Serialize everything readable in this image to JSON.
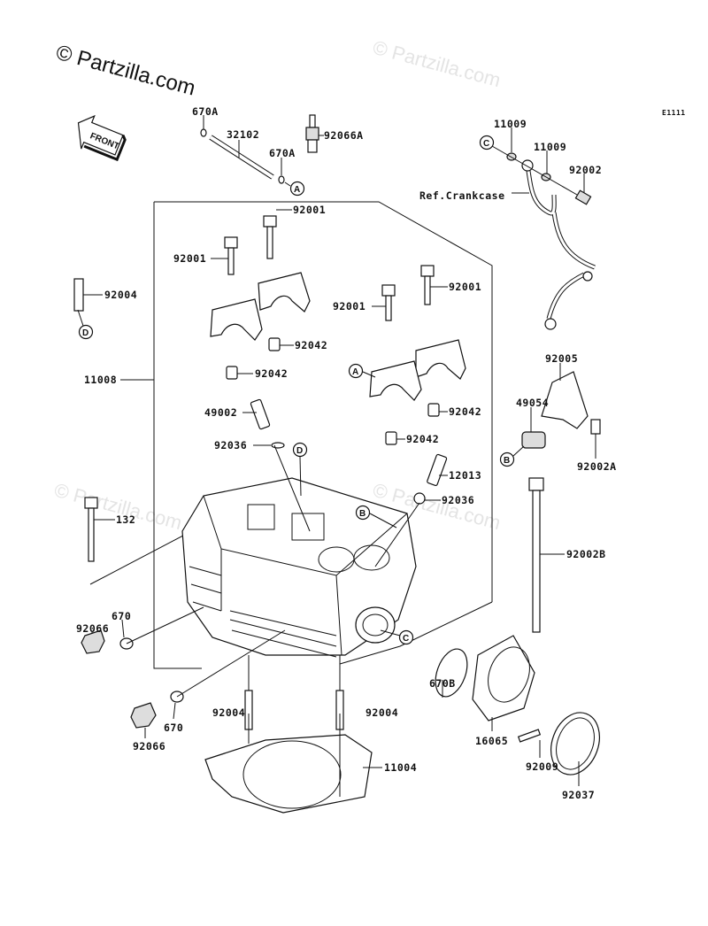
{
  "watermark": "© Partzilla.com",
  "diagram_ref": "E1111",
  "front_arrow": "FRONT",
  "callouts": [
    {
      "id": "c1",
      "text": "670A"
    },
    {
      "id": "c2",
      "text": "32102"
    },
    {
      "id": "c3",
      "text": "92066A"
    },
    {
      "id": "c4",
      "text": "670A"
    },
    {
      "id": "c5",
      "text": "11009"
    },
    {
      "id": "c6",
      "text": "11009"
    },
    {
      "id": "c7",
      "text": "92002"
    },
    {
      "id": "c8",
      "text": "Ref.Crankcase"
    },
    {
      "id": "c9",
      "text": "92001"
    },
    {
      "id": "c10",
      "text": "92001"
    },
    {
      "id": "c11",
      "text": "92004"
    },
    {
      "id": "c12",
      "text": "92001"
    },
    {
      "id": "c13",
      "text": "92001"
    },
    {
      "id": "c14",
      "text": "11008"
    },
    {
      "id": "c15",
      "text": "92042"
    },
    {
      "id": "c16",
      "text": "92042"
    },
    {
      "id": "c17",
      "text": "92005"
    },
    {
      "id": "c18",
      "text": "49002"
    },
    {
      "id": "c19",
      "text": "92042"
    },
    {
      "id": "c20",
      "text": "49054"
    },
    {
      "id": "c21",
      "text": "92042"
    },
    {
      "id": "c22",
      "text": "92036"
    },
    {
      "id": "c23",
      "text": "92002A"
    },
    {
      "id": "c24",
      "text": "12013"
    },
    {
      "id": "c25",
      "text": "92036"
    },
    {
      "id": "c26",
      "text": "132"
    },
    {
      "id": "c27",
      "text": "92002B"
    },
    {
      "id": "c28",
      "text": "670"
    },
    {
      "id": "c29",
      "text": "92066"
    },
    {
      "id": "c30",
      "text": "670B"
    },
    {
      "id": "c31",
      "text": "92004"
    },
    {
      "id": "c32",
      "text": "92004"
    },
    {
      "id": "c33",
      "text": "670"
    },
    {
      "id": "c34",
      "text": "92066"
    },
    {
      "id": "c35",
      "text": "16065"
    },
    {
      "id": "c36",
      "text": "11004"
    },
    {
      "id": "c37",
      "text": "92009"
    },
    {
      "id": "c38",
      "text": "92037"
    }
  ],
  "markers": [
    "A",
    "C",
    "D",
    "A",
    "D",
    "B",
    "B",
    "C"
  ]
}
